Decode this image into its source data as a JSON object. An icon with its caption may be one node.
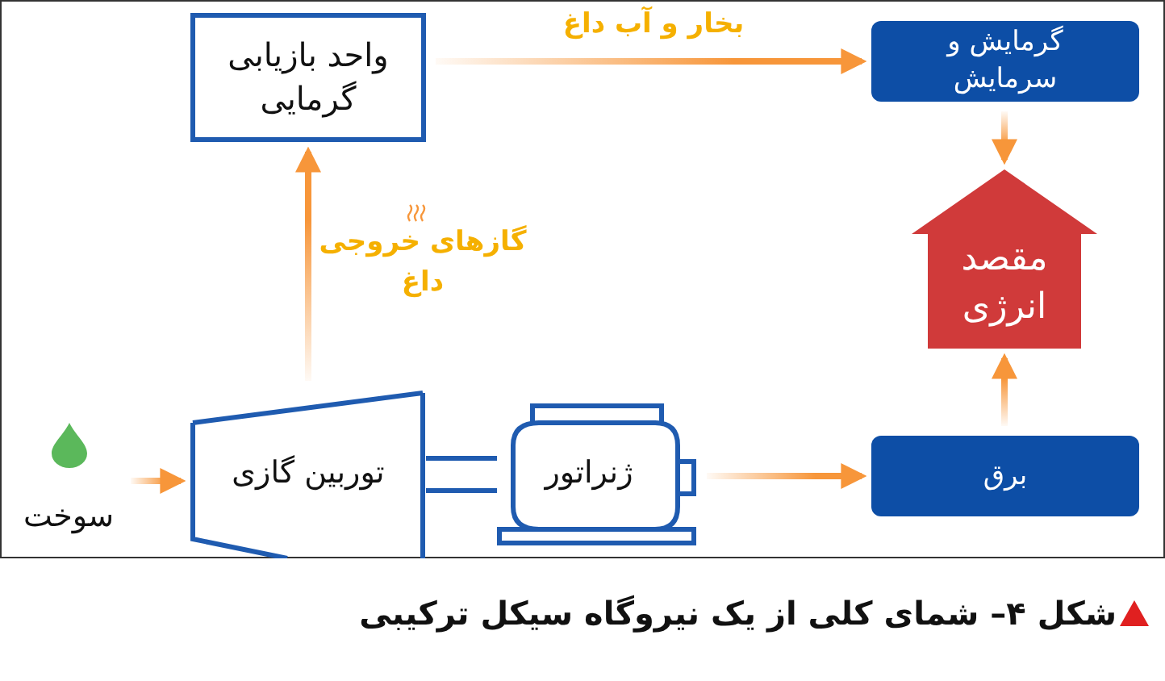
{
  "diagram": {
    "caption": "شکل ۴– شمای کلی از یک نیروگاه سیکل ترکیبی",
    "nodes": [
      {
        "text": [
          "سوخت"
        ]
      },
      {
        "text": [
          "توربین گازی"
        ]
      },
      {
        "text": [
          "واحد بازیابی گرمایی"
        ]
      },
      {
        "text": [
          "گرمایش و سرمایش"
        ]
      },
      {
        "text": [
          "مقصد انرژی"
        ]
      },
      {
        "text": [
          "ژنراتور"
        ]
      },
      {
        "text": [
          "برق"
        ]
      }
    ],
    "edges": [
      {
        "from": 0,
        "to": 1,
        "arrow": "to"
      },
      {
        "from": 1,
        "to": 2,
        "arrow": "to",
        "label": "گازهای خروجی داغ"
      },
      {
        "from": 2,
        "to": 3,
        "arrow": "to",
        "label": "بخار و آب داغ"
      },
      {
        "from": 3,
        "to": 4,
        "arrow": "to"
      },
      {
        "from": 1,
        "to": 5,
        "arrow": "none",
        "color": "#1f5bb0"
      },
      {
        "from": 5,
        "to": 6,
        "arrow": "to"
      },
      {
        "from": 6,
        "to": 4,
        "arrow": "to"
      }
    ]
  }
}
